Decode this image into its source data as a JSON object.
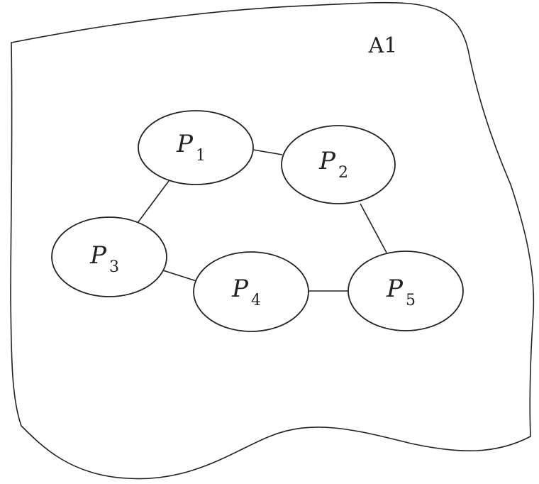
{
  "region": {
    "label": "A1"
  },
  "nodes": [
    {
      "id": "P1",
      "letter": "P",
      "sub": "1"
    },
    {
      "id": "P2",
      "letter": "P",
      "sub": "2"
    },
    {
      "id": "P3",
      "letter": "P",
      "sub": "3"
    },
    {
      "id": "P4",
      "letter": "P",
      "sub": "4"
    },
    {
      "id": "P5",
      "letter": "P",
      "sub": "5"
    }
  ],
  "edges": [
    [
      "P1",
      "P2"
    ],
    [
      "P1",
      "P3"
    ],
    [
      "P2",
      "P5"
    ],
    [
      "P3",
      "P4"
    ],
    [
      "P4",
      "P5"
    ]
  ]
}
